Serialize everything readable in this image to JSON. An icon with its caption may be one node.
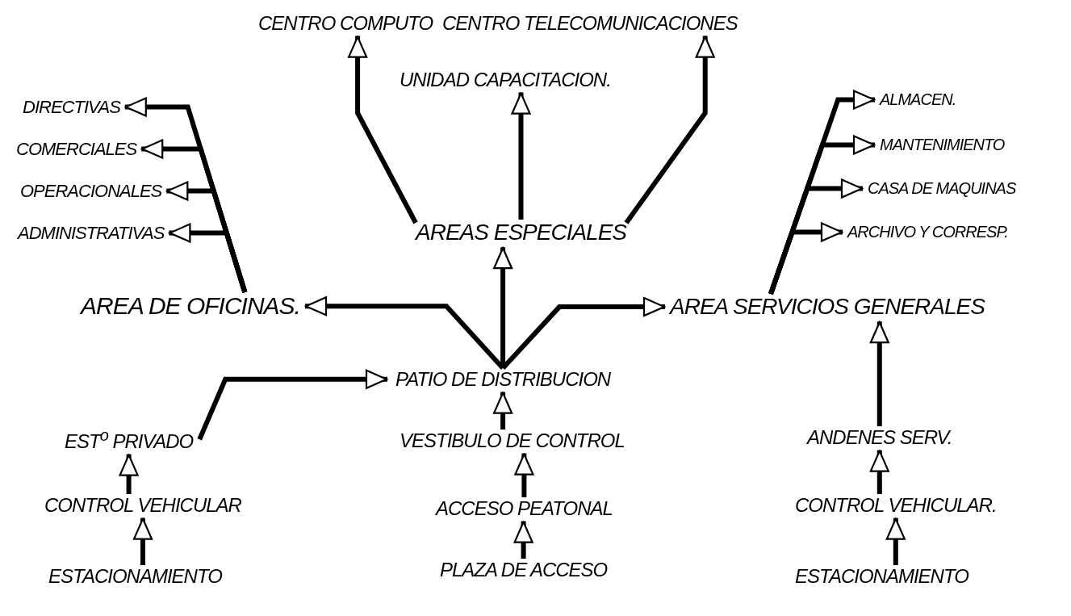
{
  "diagram": {
    "nodes": [
      {
        "text": [
          "CENTRO COMPUTO"
        ]
      },
      {
        "text": [
          "CENTRO TELECOMUNICACIONES"
        ]
      },
      {
        "text": [
          "UNIDAD CAPACITACION."
        ]
      },
      {
        "text": [
          "DIRECTIVAS"
        ]
      },
      {
        "text": [
          "COMERCIALES"
        ]
      },
      {
        "text": [
          "OPERACIONALES"
        ]
      },
      {
        "text": [
          "ADMINISTRATIVAS"
        ]
      },
      {
        "text": [
          "AREAS ESPECIALES"
        ]
      },
      {
        "text": [
          "ALMACEN."
        ]
      },
      {
        "text": [
          "MANTENIMIENTO"
        ]
      },
      {
        "text": [
          "CASA DE MAQUINAS"
        ]
      },
      {
        "text": [
          "ARCHIVO Y CORRESP."
        ]
      },
      {
        "text": [
          "AREA DE OFICINAS."
        ]
      },
      {
        "text": [
          "AREA SERVICIOS GENERALES"
        ]
      },
      {
        "text": [
          "PATIO DE DISTRIBUCION"
        ]
      },
      {
        "text": [
          "EST$^{o}$ PRIVADO"
        ]
      },
      {
        "text": [
          "VESTIBULO DE CONTROL"
        ]
      },
      {
        "text": [
          "CONTROL VEHICULAR"
        ]
      },
      {
        "text": [
          "ACCESO PEATONAL"
        ]
      },
      {
        "text": [
          "ESTACIONAMIENTO"
        ]
      },
      {
        "text": [
          "PLAZA DE ACCESO"
        ]
      },
      {
        "text": [
          "ANDENES SERV."
        ]
      },
      {
        "text": [
          "CONTROL VEHICULAR."
        ]
      },
      {
        "text": [
          "ESTACIONAMIENTO"
        ]
      }
    ],
    "edges": [
      {
        "from": 19,
        "to": 17,
        "arrow": "to"
      },
      {
        "from": 17,
        "to": 15,
        "arrow": "to"
      },
      {
        "from": 15,
        "to": 14,
        "arrow": "to"
      },
      {
        "from": 20,
        "to": 18,
        "arrow": "to"
      },
      {
        "from": 18,
        "to": 16,
        "arrow": "to"
      },
      {
        "from": 16,
        "to": 14,
        "arrow": "to"
      },
      {
        "from": 23,
        "to": 22,
        "arrow": "to"
      },
      {
        "from": 22,
        "to": 21,
        "arrow": "to"
      },
      {
        "from": 21,
        "to": 13,
        "arrow": "to"
      },
      {
        "from": 14,
        "to": 12,
        "arrow": "to"
      },
      {
        "from": 14,
        "to": 7,
        "arrow": "to"
      },
      {
        "from": 14,
        "to": 13,
        "arrow": "to"
      },
      {
        "from": 7,
        "to": 0,
        "arrow": "to"
      },
      {
        "from": 7,
        "to": 2,
        "arrow": "to"
      },
      {
        "from": 7,
        "to": 1,
        "arrow": "to"
      },
      {
        "from": 12,
        "to": 3,
        "arrow": "to"
      },
      {
        "from": 12,
        "to": 4,
        "arrow": "to"
      },
      {
        "from": 12,
        "to": 5,
        "arrow": "to"
      },
      {
        "from": 12,
        "to": 6,
        "arrow": "to"
      },
      {
        "from": 13,
        "to": 8,
        "arrow": "to"
      },
      {
        "from": 13,
        "to": 9,
        "arrow": "to"
      },
      {
        "from": 13,
        "to": 10,
        "arrow": "to"
      },
      {
        "from": 13,
        "to": 11,
        "arrow": "to"
      }
    ]
  }
}
